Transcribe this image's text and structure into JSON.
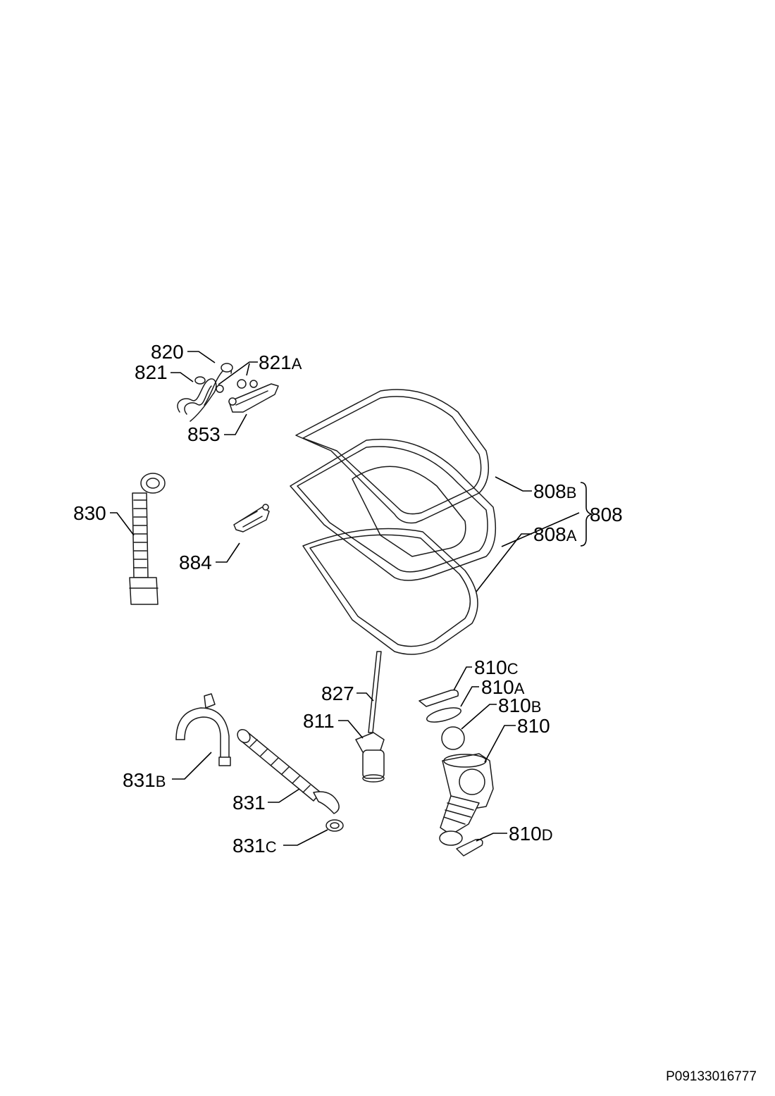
{
  "labels": {
    "p820": {
      "num": "820",
      "suffix": ""
    },
    "p821": {
      "num": "821",
      "suffix": ""
    },
    "p821A": {
      "num": "821",
      "suffix": "A"
    },
    "p853": {
      "num": "853",
      "suffix": ""
    },
    "p830": {
      "num": "830",
      "suffix": ""
    },
    "p884": {
      "num": "884",
      "suffix": ""
    },
    "p808B": {
      "num": "808",
      "suffix": "B"
    },
    "p808": {
      "num": "808",
      "suffix": ""
    },
    "p808A": {
      "num": "808",
      "suffix": "A"
    },
    "p810C": {
      "num": "810",
      "suffix": "C"
    },
    "p810A": {
      "num": "810",
      "suffix": "A"
    },
    "p810B": {
      "num": "810",
      "suffix": "B"
    },
    "p810": {
      "num": "810",
      "suffix": ""
    },
    "p827": {
      "num": "827",
      "suffix": ""
    },
    "p811": {
      "num": "811",
      "suffix": ""
    },
    "p831B": {
      "num": "831",
      "suffix": "B"
    },
    "p831": {
      "num": "831",
      "suffix": ""
    },
    "p831C": {
      "num": "831",
      "suffix": "C"
    },
    "p810D": {
      "num": "810",
      "suffix": "D"
    }
  },
  "reference_code": "P09133016777"
}
